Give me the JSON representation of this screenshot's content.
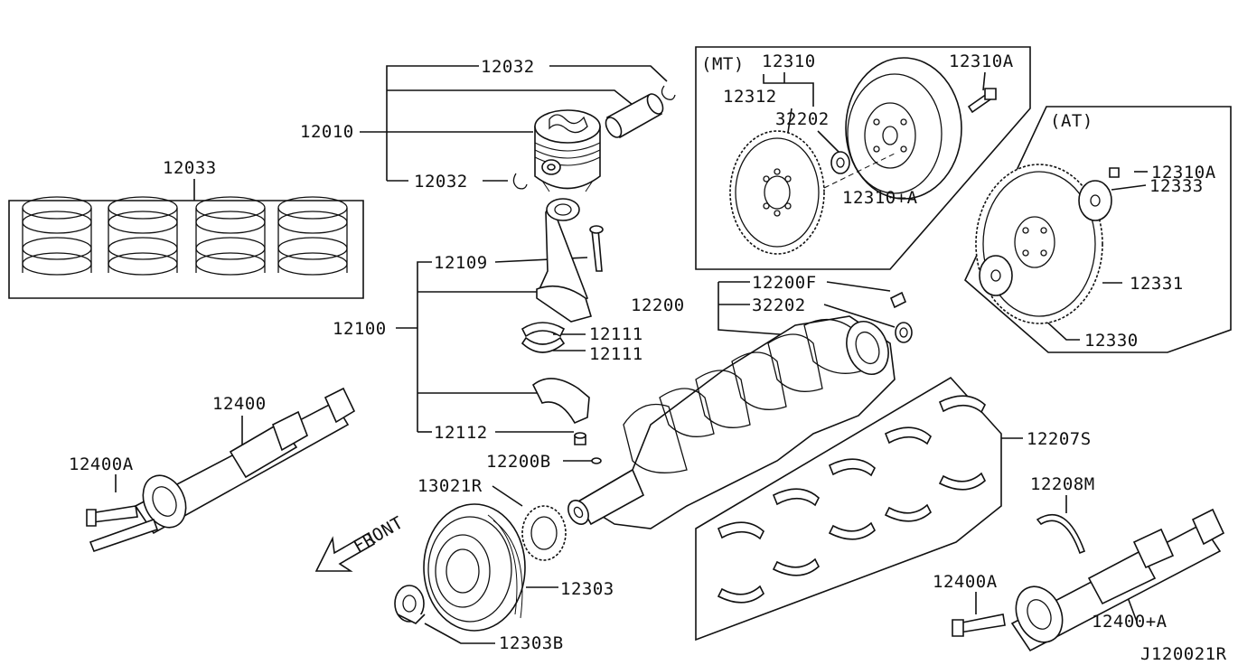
{
  "diagram": {
    "code": "J120021R",
    "front_label": "FRONT",
    "mt_label": "(MT)",
    "at_label": "(AT)",
    "parts": {
      "p12032_top": "12032",
      "p12010": "12010",
      "p12032_bottom": "12032",
      "p12033": "12033",
      "p12109": "12109",
      "p12100": "12100",
      "p12111_a": "12111",
      "p12111_b": "12111",
      "p12112": "12112",
      "p12200B": "12200B",
      "p12200F": "12200F",
      "p12200": "12200",
      "p32202_main": "32202",
      "p12310": "12310",
      "p12312": "12312",
      "p32202_mt": "32202",
      "p12310A_mt": "12310A",
      "p12310plusA": "12310+A",
      "p12310A_at": "12310A",
      "p12333": "12333",
      "p12331": "12331",
      "p12330": "12330",
      "p12400": "12400",
      "p12400A_left": "12400A",
      "p13021R": "13021R",
      "p12303": "12303",
      "p12303B": "12303B",
      "p12207S": "12207S",
      "p12208M": "12208M",
      "p12400A_right": "12400A",
      "p12400plusA": "12400+A"
    }
  }
}
